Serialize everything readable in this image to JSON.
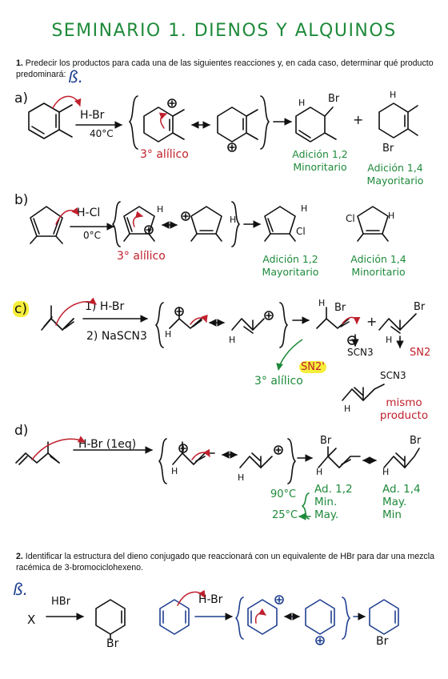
{
  "title": "SEMINARIO 1. DIENOS Y ALQUINOS",
  "q1": {
    "number": "1.",
    "text": "Predecir los productos para cada una de las siguientes reacciones y, en cada caso, determinar qué producto predominará:",
    "mark": "ß."
  },
  "a": {
    "label": "a)",
    "reagent": "H-Br",
    "condition": "40°C",
    "carbocation": "3° alílico",
    "br_top": "Br",
    "br_bottom": "Br",
    "h_left": "H",
    "h_right": "H",
    "p1_name": "Adición 1,2",
    "p1_status": "Minoritario",
    "p2_name": "Adición 1,4",
    "p2_status": "Mayoritario",
    "plus": "+"
  },
  "b": {
    "label": "b)",
    "reagent": "H-Cl",
    "condition": "0°C",
    "carbocation": "3° alílico",
    "h": "H",
    "cl": "Cl",
    "p1_name": "Adición 1,2",
    "p1_status": "Mayoritario",
    "p2_name": "Adición 1,4",
    "p2_status": "Minoritario"
  },
  "c": {
    "label": "c)",
    "step1": "1) H-Br",
    "step2": "2) NaSCN3",
    "h": "H",
    "br": "Br",
    "scn": "SCN3",
    "sn2p": "SN2'",
    "sn2": "SN2",
    "carbocation": "3° alílico",
    "same1": "mismo",
    "same2": "producto",
    "plus": "+"
  },
  "d": {
    "label": "d)",
    "reagent": "H-Br (1eq)",
    "h": "H",
    "br": "Br",
    "t_high": "90°C",
    "t_low": "25°C",
    "col1_head": "Ad. 1,2",
    "col1_a": "Min.",
    "col1_b": "May.",
    "col2_head": "Ad. 1,4",
    "col2_a": "May.",
    "col2_b": "Min"
  },
  "q2": {
    "number": "2.",
    "text": "Identificar la estructura del dieno conjugado que reaccionará con un equivalente de HBr para dar una mezcla racémica de 3-bromociclohexeno.",
    "mark": "ß.",
    "x": "X",
    "reagent": "HBr",
    "reagent2": "H-Br",
    "br": "Br"
  }
}
